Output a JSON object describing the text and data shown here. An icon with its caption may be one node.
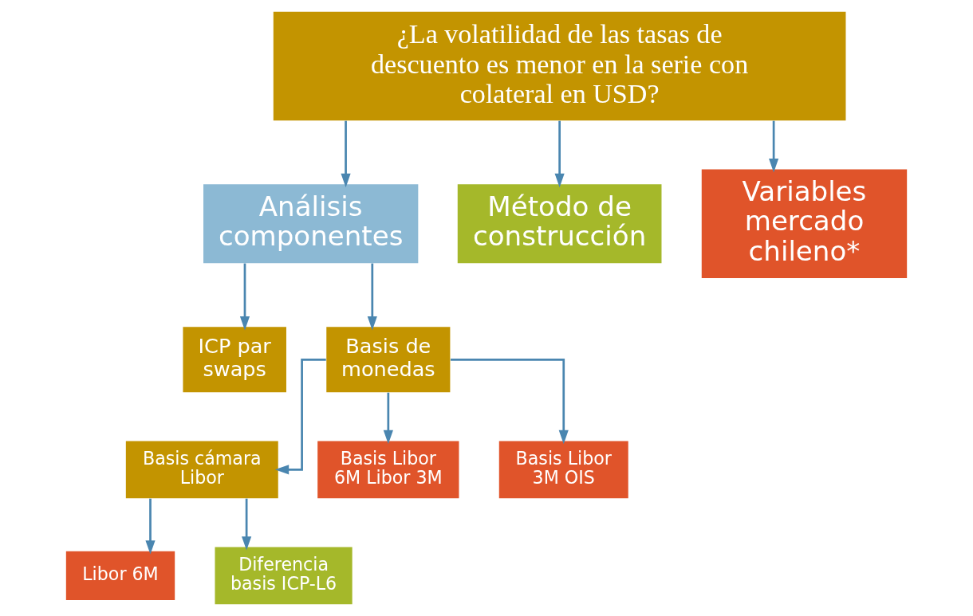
{
  "diagram": {
    "nodes": [
      {
        "text": [
          "¿La volatilidad de las tasas de descuento es menor en la serie con colateral en USD?"
        ]
      },
      {
        "text": [
          "Análisis componentes"
        ]
      },
      {
        "text": [
          "Método de construcción"
        ]
      },
      {
        "text": [
          "Variables mercado chileno*"
        ]
      },
      {
        "text": [
          "ICP par swaps"
        ]
      },
      {
        "text": [
          "Basis de monedas"
        ]
      },
      {
        "text": [
          "Basis cámara Libor"
        ]
      },
      {
        "text": [
          "Basis Libor 6M Libor 3M"
        ]
      },
      {
        "text": [
          "Basis Libor 3M OIS"
        ]
      },
      {
        "text": [
          "Libor 6M"
        ]
      },
      {
        "text": [
          "Diferencia basis ICP-L6"
        ]
      }
    ],
    "edges": [
      {
        "from": 0,
        "to": 1,
        "arrow": "to"
      },
      {
        "from": 0,
        "to": 2,
        "arrow": "to"
      },
      {
        "from": 0,
        "to": 3,
        "arrow": "to"
      },
      {
        "from": 1,
        "to": 4,
        "arrow": "to"
      },
      {
        "from": 1,
        "to": 5,
        "arrow": "to"
      },
      {
        "from": 5,
        "to": 6,
        "arrow": "to"
      },
      {
        "from": 5,
        "to": 7,
        "arrow": "to"
      },
      {
        "from": 5,
        "to": 8,
        "arrow": "to"
      },
      {
        "from": 6,
        "to": 9,
        "arrow": "to"
      },
      {
        "from": 6,
        "to": 10,
        "arrow": "to"
      }
    ]
  }
}
